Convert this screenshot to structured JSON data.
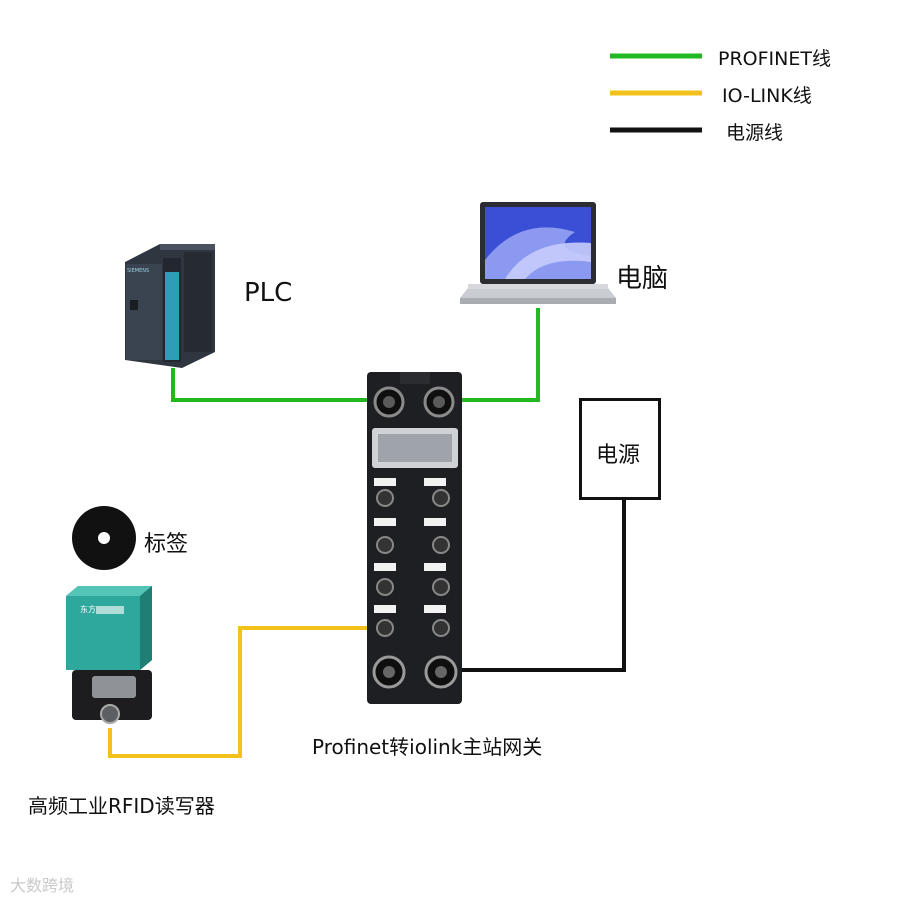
{
  "legend": [
    {
      "label": "PROFINET线",
      "color": "#22b822"
    },
    {
      "label": "IO-LINK线",
      "color": "#f2c21a"
    },
    {
      "label": "电源线",
      "color": "#111111"
    }
  ],
  "nodes": {
    "plc": "PLC",
    "computer": "电脑",
    "power": "电源",
    "tag": "标签",
    "gateway": "Profinet转iolink主站网关",
    "reader": "高频工业RFID读写器"
  },
  "device_marks": {
    "plc_brand": "SIEMENS",
    "reader_brand": "东方"
  },
  "watermark": "大数跨境",
  "colors": {
    "profinet": "#22b822",
    "iolink": "#f2c21a",
    "power": "#111111",
    "reader_body": "#2ea89c"
  }
}
